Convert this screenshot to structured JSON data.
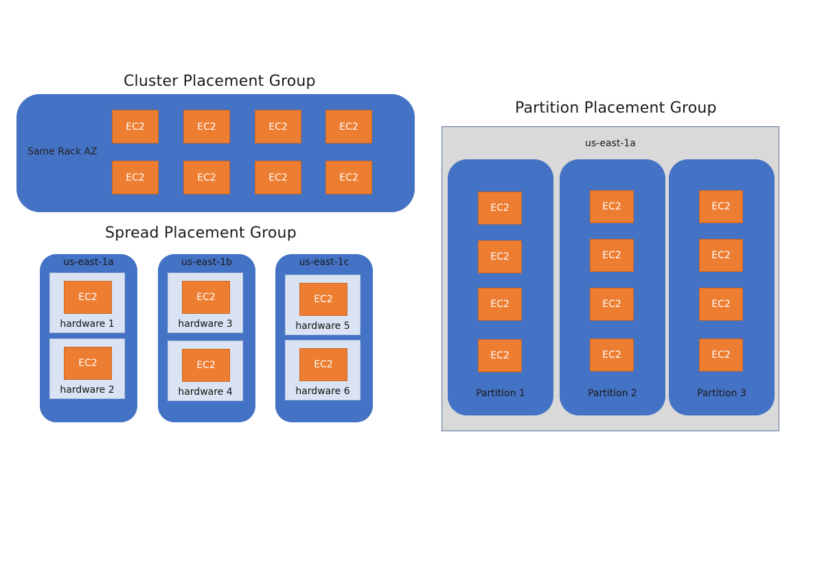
{
  "cluster": {
    "title": "Cluster Placement Group",
    "label": "Same Rack AZ",
    "instances": [
      "EC2",
      "EC2",
      "EC2",
      "EC2",
      "EC2",
      "EC2",
      "EC2",
      "EC2"
    ]
  },
  "spread": {
    "title": "Spread Placement Group",
    "zones": [
      {
        "name": "us-east-1a",
        "hardware": [
          {
            "instance": "EC2",
            "label": "hardware 1"
          },
          {
            "instance": "EC2",
            "label": "hardware 2"
          }
        ]
      },
      {
        "name": "us-east-1b",
        "hardware": [
          {
            "instance": "EC2",
            "label": "hardware 3"
          },
          {
            "instance": "EC2",
            "label": "hardware 4"
          }
        ]
      },
      {
        "name": "us-east-1c",
        "hardware": [
          {
            "instance": "EC2",
            "label": "hardware 5"
          },
          {
            "instance": "EC2",
            "label": "hardware 6"
          }
        ]
      }
    ]
  },
  "partition": {
    "title": "Partition Placement Group",
    "region": "us-east-1a",
    "partitions": [
      {
        "label": "Partition 1",
        "instances": [
          "EC2",
          "EC2",
          "EC2",
          "EC2"
        ]
      },
      {
        "label": "Partition 2",
        "instances": [
          "EC2",
          "EC2",
          "EC2",
          "EC2"
        ]
      },
      {
        "label": "Partition 3",
        "instances": [
          "EC2",
          "EC2",
          "EC2",
          "EC2"
        ]
      }
    ]
  },
  "colors": {
    "group_fill": "#4472c4",
    "instance_fill": "#ed7d31",
    "hardware_fill": "#dae3f3",
    "region_fill": "#d9d9d9"
  }
}
